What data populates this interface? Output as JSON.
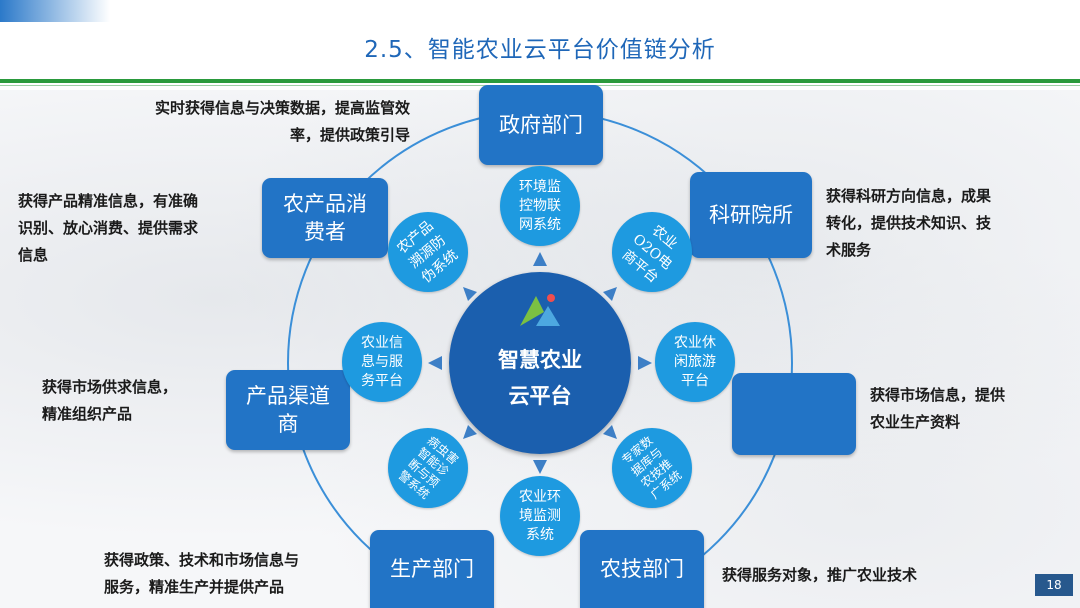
{
  "title": "2.5、智能农业云平台价值链分析",
  "hub": {
    "label": "智慧农业\n云平台"
  },
  "boxes": {
    "government": "政府部门",
    "research": "科研院所",
    "consumer": "农产品消\n费者",
    "channel": "产品渠道\n商",
    "blank": "",
    "production": "生产部门",
    "agritech": "农技部门"
  },
  "circles": {
    "iot": "环境监\n控物联\n网系统",
    "o2o": "农业\nO2O电\n商平台",
    "trace": "农产品\n溯源防\n伪系统",
    "info": "农业信\n息与服\n务平台",
    "tourism": "农业休\n闲旅游\n平台",
    "pest": "病虫害\n智能诊\n断与预\n警系统",
    "expert": "专家数\n据库与\n农技推\n广系统",
    "env": "农业环\n境监测\n系统"
  },
  "notes": {
    "government": "实时获得信息与决策数据，提高监管效\n率，提供政策引导",
    "research": "获得科研方向信息，成果\n转化，提供技术知识、技\n术服务",
    "consumer": "获得产品精准信息，有准确\n识别、放心消费、提供需求\n信息",
    "channel": "获得市场供求信息，\n精准组织产品",
    "blank": "获得市场信息，提供\n农业生产资料",
    "production": "获得政策、技术和市场信息与\n服务，精准生产并提供产品",
    "agritech": "获得服务对象，推广农业技术"
  },
  "page_number": "18",
  "colors": {
    "box": "#2274c6",
    "circle": "#1e9ae0",
    "hub": "#1b5fae",
    "title": "#1f67b8",
    "rule": "#2a9a3c"
  }
}
